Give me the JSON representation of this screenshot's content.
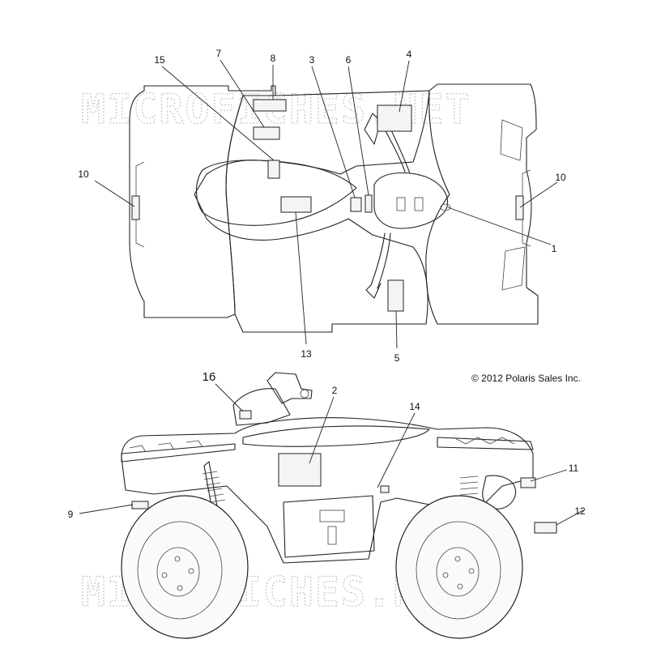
{
  "copyright": "© 2012 Polaris Sales Inc.",
  "watermark": "MICROFICHES.NET",
  "callouts": {
    "c1": "1",
    "c2": "2",
    "c3": "3",
    "c4": "4",
    "c5": "5",
    "c6": "6",
    "c7": "7",
    "c8": "8",
    "c9": "9",
    "c10a": "10",
    "c10b": "10",
    "c11": "11",
    "c12": "12",
    "c13": "13",
    "c14": "14",
    "c15": "15",
    "c16": "16"
  }
}
